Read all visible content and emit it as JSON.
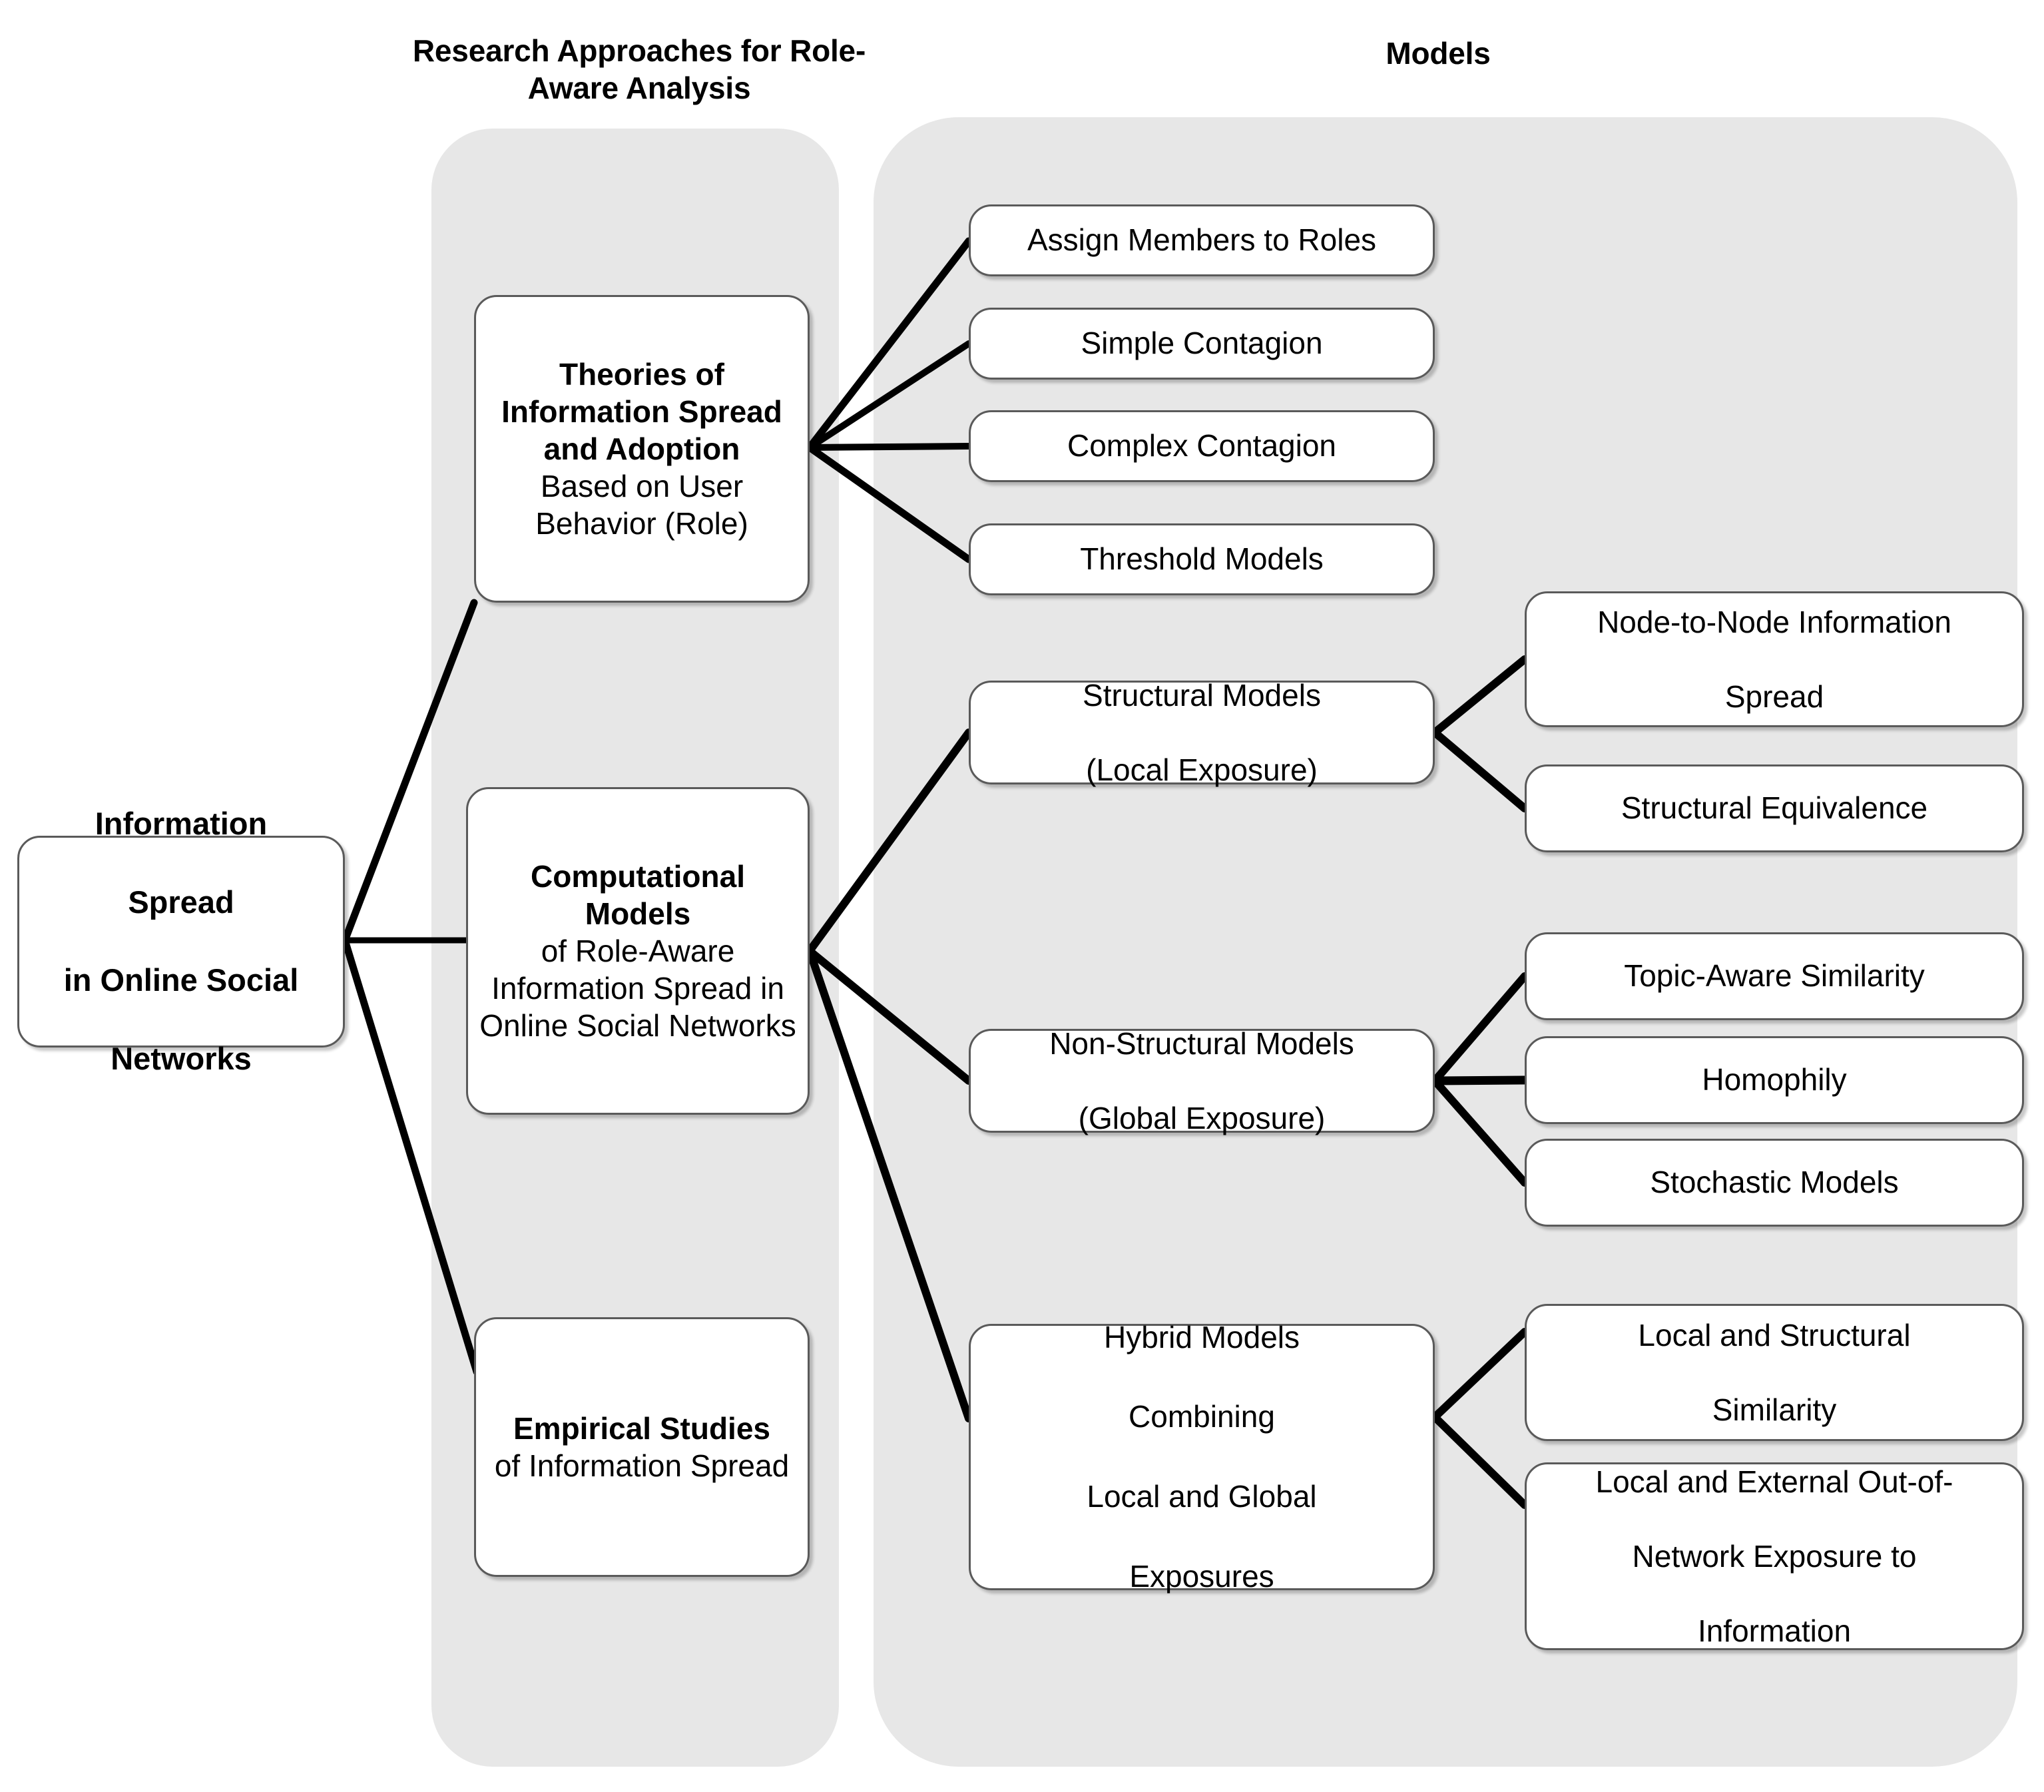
{
  "columns": {
    "approaches_title": "Research Approaches for Role-Aware Analysis",
    "approaches_title_line1": "Research Approaches for",
    "approaches_title_line2": "Role-Aware Analysis",
    "models_title": "Models"
  },
  "root": {
    "label": "Information Spread in Online Social Networks",
    "line1": "Information",
    "line2": "Spread",
    "line3": "in Online Social",
    "line4": "Networks"
  },
  "approaches": [
    {
      "id": "theories",
      "bold_part": "Theories of Information Spread and Adoption",
      "regular_part": " Based on User Behavior (Role)",
      "full": "Theories of Information Spread and Adoption Based on User Behavior (Role)"
    },
    {
      "id": "computational",
      "bold_part": "Computational Models",
      "regular_part": " of Role-Aware Information Spread in Online Social Networks",
      "full": "Computational Models of Role-Aware Information Spread in Online Social Networks"
    },
    {
      "id": "empirical",
      "bold_part": "Empirical Studies",
      "regular_part": " of Information Spread",
      "full": "Empirical Studies of Information Spread"
    }
  ],
  "models": {
    "theory_children": [
      {
        "id": "assign-members-to-roles",
        "label": "Assign Members to Roles"
      },
      {
        "id": "simple-contagion",
        "label": "Simple Contagion"
      },
      {
        "id": "complex-contagion",
        "label": "Complex Contagion"
      },
      {
        "id": "threshold-models",
        "label": "Threshold Models"
      }
    ],
    "structural": {
      "label": "Structural Models (Local Exposure)",
      "line1": "Structural Models",
      "line2": "(Local Exposure)",
      "children": [
        {
          "id": "node-to-node-information-spread",
          "label": "Node-to-Node Information Spread",
          "line1": "Node-to-Node Information",
          "line2": "Spread"
        },
        {
          "id": "structural-equivalence",
          "label": "Structural Equivalence"
        }
      ]
    },
    "non_structural": {
      "label": "Non-Structural Models (Global Exposure)",
      "line1": "Non-Structural Models",
      "line2": "(Global Exposure)",
      "children": [
        {
          "id": "topic-aware-similarity",
          "label": "Topic-Aware Similarity"
        },
        {
          "id": "homophily",
          "label": "Homophily"
        },
        {
          "id": "stochastic-models",
          "label": "Stochastic Models"
        }
      ]
    },
    "hybrid": {
      "label": "Hybrid Models Combining Local and Global Exposures",
      "line1": "Hybrid Models",
      "line2": "Combining",
      "line3": "Local and Global",
      "line4": "Exposures",
      "children": [
        {
          "id": "local-and-structural-similarity",
          "label": "Local and Structural Similarity",
          "line1": "Local and Structural",
          "line2": "Similarity"
        },
        {
          "id": "local-and-external-out-of-network-exposure-to-information",
          "label": "Local and External Out-of-Network Exposure to Information",
          "line1": "Local and External Out-of-",
          "line2": "Network Exposure to",
          "line3": "Information"
        }
      ]
    }
  },
  "colors": {
    "panel_background": "#e7e7e7",
    "node_background": "#ffffff",
    "node_border": "#5a5a5a",
    "edge": "#000000",
    "text": "#000000",
    "page_background": "#ffffff"
  }
}
